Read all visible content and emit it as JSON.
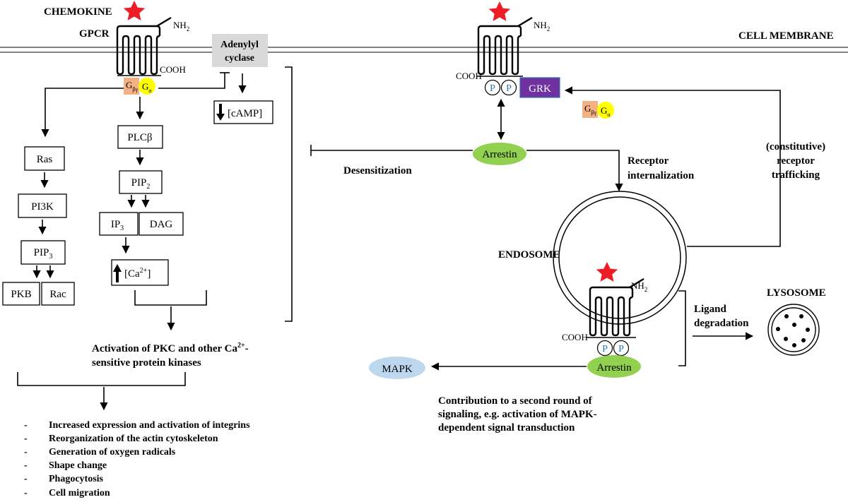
{
  "labels": {
    "chemokine": "CHEMOKINE",
    "gpcr": "GPCR",
    "nh2": "NH",
    "nh2_sub": "2",
    "cooh": "COOH",
    "cell_membrane": "CELL MEMBRANE",
    "adenylyl_1": "Adenylyl",
    "adenylyl_2": "cyclase",
    "g_b": "G",
    "g_b_sub": "βγ",
    "g_a": "G",
    "g_a_sub": "α",
    "camp": "[cAMP]",
    "plcb": "PLCβ",
    "pip2": "PIP",
    "pip2_sub": "2",
    "ip3": "IP",
    "ip3_sub": "3",
    "dag": "DAG",
    "ca": "[Ca",
    "ca_sup": "2+",
    "ca_end": "]",
    "ras": "Ras",
    "pi3k": "PI3K",
    "pip3": "PIP",
    "pip3_sub": "3",
    "pkb": "PKB",
    "rac": "Rac",
    "pkc_1": "Activation of PKC and other Ca",
    "pkc_1_sup": "2+",
    "pkc_1_end": "-",
    "pkc_2": "sensitive protein kinases",
    "outcomes": [
      "Increased expression and activation of integrins",
      "Reorganization of the actin cytoskeleton",
      "Generation of oxygen radicals",
      "Shape change",
      "Phagocytosis",
      "Cell migration"
    ],
    "dash": "-",
    "p": "P",
    "grk": "GRK",
    "arrestin": "Arrestin",
    "desensitization": "Desensitization",
    "internalization_1": "Receptor",
    "internalization_2": "internalization",
    "trafficking_1": "(constitutive)",
    "trafficking_2": "receptor",
    "trafficking_3": "trafficking",
    "endosome": "ENDOSOME",
    "lysosome": "LYSOSOME",
    "ligand_1": "Ligand",
    "ligand_2": "degradation",
    "mapk": "MAPK",
    "second_1": "Contribution to a second round of",
    "second_2": "signaling, e.g. activation of MAPK-",
    "second_3": "dependent signal transduction"
  },
  "colors": {
    "star": "#ee1c24",
    "g_beta_gamma": "#f4b183",
    "g_alpha": "#ffff00",
    "arrestin": "#92d050",
    "grk": "#7030a0",
    "mapk": "#bdd7ee",
    "adenylyl": "#d9d9d9",
    "p_text": "#2e75b6",
    "membrane": "#595959"
  }
}
